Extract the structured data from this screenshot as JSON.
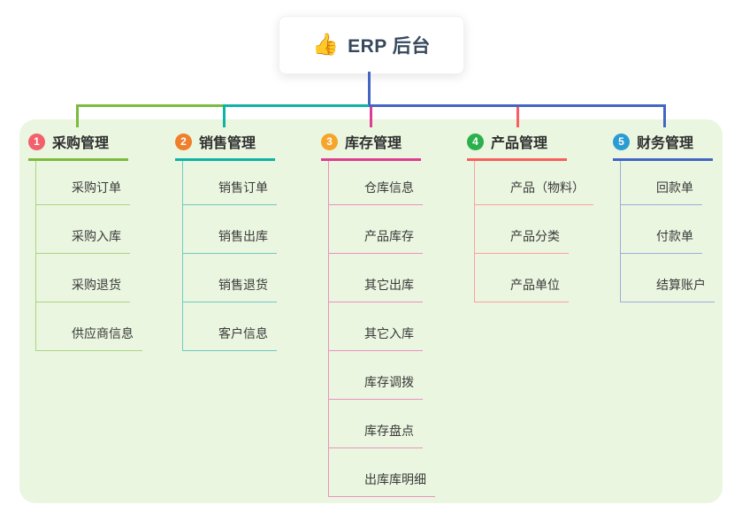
{
  "root": {
    "icon": "👍",
    "label": "ERP 后台"
  },
  "branches": [
    {
      "num": "1",
      "label": "采购管理",
      "badge_color": "#f2606d",
      "line_color": "#7cbb3f",
      "child_line_color": "#abd581",
      "children": [
        "采购订单",
        "采购入库",
        "采购退货",
        "供应商信息"
      ]
    },
    {
      "num": "2",
      "label": "销售管理",
      "badge_color": "#ef7f2a",
      "line_color": "#0fb3a6",
      "child_line_color": "#6fcac2",
      "children": [
        "销售订单",
        "销售出库",
        "销售退货",
        "客户信息"
      ]
    },
    {
      "num": "3",
      "label": "库存管理",
      "badge_color": "#f7a42a",
      "line_color": "#de3e8f",
      "child_line_color": "#ec91c0",
      "children": [
        "仓库信息",
        "产品库存",
        "其它出库",
        "其它入库",
        "库存调拨",
        "库存盘点",
        "出库库明细"
      ]
    },
    {
      "num": "4",
      "label": "产品管理",
      "badge_color": "#2bb04d",
      "line_color": "#f95f5f",
      "child_line_color": "#fba1a1",
      "children": [
        "产品（物料）",
        "产品分类",
        "产品单位"
      ]
    },
    {
      "num": "5",
      "label": "财务管理",
      "badge_color": "#2b9cd2",
      "line_color": "#4365c4",
      "child_line_color": "#9aaede",
      "children": [
        "回款单",
        "付款单",
        "结算账户"
      ]
    }
  ],
  "colors": {
    "panel_bg": "#eaf6e0",
    "root_connector": "#4365c4"
  }
}
